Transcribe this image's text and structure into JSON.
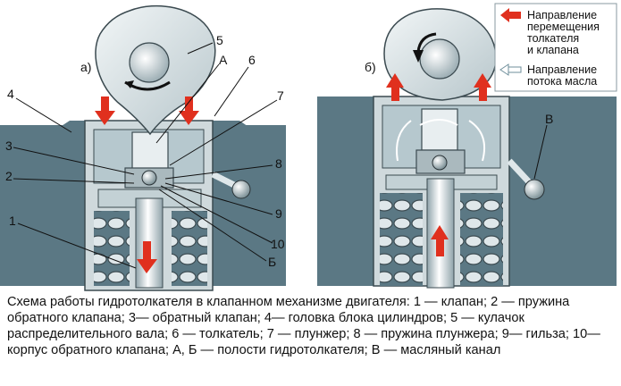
{
  "views": {
    "a": "а)",
    "b": "б)"
  },
  "labels": {
    "n1": "1",
    "n2": "2",
    "n3": "3",
    "n4": "4",
    "n5": "5",
    "n6": "6",
    "n7": "7",
    "n8": "8",
    "n9": "9",
    "n10": "10",
    "A": "А",
    "B": "Б",
    "V": "В"
  },
  "legend": {
    "motion": [
      "Направление",
      "перемещения",
      "толкателя",
      "и клапана"
    ],
    "oil": [
      "Направление",
      "потока масла"
    ]
  },
  "caption": "Схема работы гидротолкателя в клапанном механизме двигателя: 1 — клапан; 2 — пружина обратного клапана; 3— обратный клапан; 4— головка блока цилиндров; 5 — кулачок распределительного вала; 6 — толкатель; 7 — плунжер; 8 — пружина плунжера; 9— гильза; 10— корпус обратного клапана; А, Б — полости гидротолкателя; В — масляный канал",
  "colors": {
    "head": "#5b7884",
    "metal": "#cfd9dc",
    "arrow": "#e0301e",
    "oil": "#8fb3c2"
  }
}
